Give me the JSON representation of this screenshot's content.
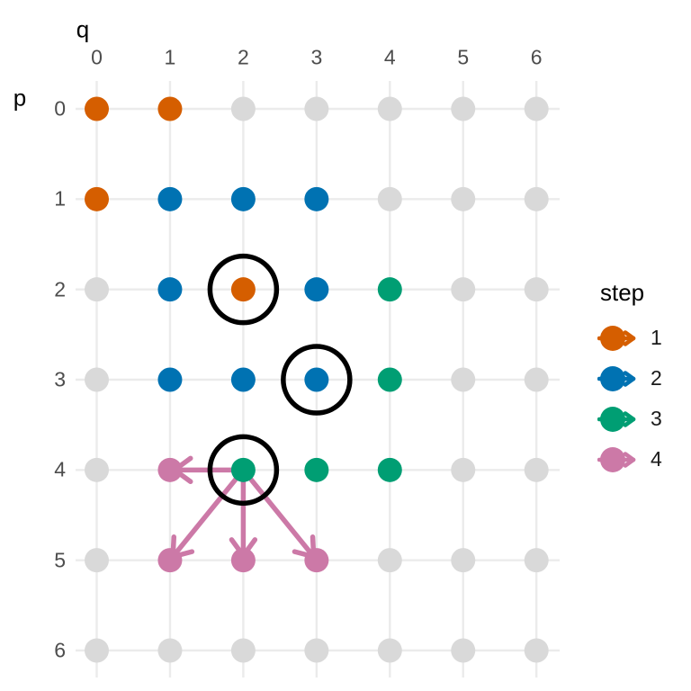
{
  "chart_data": {
    "type": "scatter",
    "title": "",
    "xlabel": "q",
    "ylabel": "p",
    "x_ticks": [
      "0",
      "1",
      "2",
      "3",
      "4",
      "5",
      "6"
    ],
    "y_ticks": [
      "0",
      "1",
      "2",
      "3",
      "4",
      "5",
      "6"
    ],
    "x_range": [
      0,
      6
    ],
    "y_range": [
      0,
      6
    ],
    "y_axis_direction": "top-to-bottom",
    "grid": true,
    "legend": {
      "title": "step",
      "position": "right",
      "items": [
        {
          "label": "1",
          "color": "#D55E00"
        },
        {
          "label": "2",
          "color": "#0072B2"
        },
        {
          "label": "3",
          "color": "#009E73"
        },
        {
          "label": "4",
          "color": "#CC79A7"
        }
      ]
    },
    "series": [
      {
        "name": "step 1",
        "color": "#D55E00",
        "points": [
          {
            "q": 0,
            "p": 0
          },
          {
            "q": 1,
            "p": 0
          },
          {
            "q": 0,
            "p": 1
          },
          {
            "q": 2,
            "p": 2
          }
        ]
      },
      {
        "name": "step 2",
        "color": "#0072B2",
        "points": [
          {
            "q": 1,
            "p": 1
          },
          {
            "q": 2,
            "p": 1
          },
          {
            "q": 3,
            "p": 1
          },
          {
            "q": 1,
            "p": 2
          },
          {
            "q": 3,
            "p": 2
          },
          {
            "q": 1,
            "p": 3
          },
          {
            "q": 2,
            "p": 3
          },
          {
            "q": 3,
            "p": 3
          }
        ]
      },
      {
        "name": "step 3",
        "color": "#009E73",
        "points": [
          {
            "q": 4,
            "p": 2
          },
          {
            "q": 4,
            "p": 3
          },
          {
            "q": 2,
            "p": 4
          },
          {
            "q": 3,
            "p": 4
          },
          {
            "q": 4,
            "p": 4
          }
        ]
      },
      {
        "name": "step 4",
        "color": "#CC79A7",
        "points": [
          {
            "q": 1,
            "p": 4
          },
          {
            "q": 1,
            "p": 5
          },
          {
            "q": 2,
            "p": 5
          },
          {
            "q": 3,
            "p": 5
          }
        ]
      }
    ],
    "inactive_points": [
      {
        "q": 2,
        "p": 0
      },
      {
        "q": 3,
        "p": 0
      },
      {
        "q": 4,
        "p": 0
      },
      {
        "q": 5,
        "p": 0
      },
      {
        "q": 6,
        "p": 0
      },
      {
        "q": 4,
        "p": 1
      },
      {
        "q": 5,
        "p": 1
      },
      {
        "q": 6,
        "p": 1
      },
      {
        "q": 0,
        "p": 2
      },
      {
        "q": 5,
        "p": 2
      },
      {
        "q": 6,
        "p": 2
      },
      {
        "q": 0,
        "p": 3
      },
      {
        "q": 5,
        "p": 3
      },
      {
        "q": 6,
        "p": 3
      },
      {
        "q": 0,
        "p": 4
      },
      {
        "q": 5,
        "p": 4
      },
      {
        "q": 6,
        "p": 4
      },
      {
        "q": 0,
        "p": 5
      },
      {
        "q": 4,
        "p": 5
      },
      {
        "q": 5,
        "p": 5
      },
      {
        "q": 6,
        "p": 5
      },
      {
        "q": 0,
        "p": 6
      },
      {
        "q": 1,
        "p": 6
      },
      {
        "q": 2,
        "p": 6
      },
      {
        "q": 3,
        "p": 6
      },
      {
        "q": 4,
        "p": 6
      },
      {
        "q": 5,
        "p": 6
      },
      {
        "q": 6,
        "p": 6
      }
    ],
    "highlighted_points": [
      {
        "q": 2,
        "p": 2
      },
      {
        "q": 3,
        "p": 3
      },
      {
        "q": 2,
        "p": 4
      }
    ],
    "arrows": [
      {
        "from": {
          "q": 2,
          "p": 4
        },
        "to": {
          "q": 1,
          "p": 4
        }
      },
      {
        "from": {
          "q": 2,
          "p": 4
        },
        "to": {
          "q": 1,
          "p": 5
        }
      },
      {
        "from": {
          "q": 2,
          "p": 4
        },
        "to": {
          "q": 2,
          "p": 5
        }
      },
      {
        "from": {
          "q": 2,
          "p": 4
        },
        "to": {
          "q": 3,
          "p": 5
        }
      }
    ]
  },
  "colors": {
    "background": "#FFFFFF",
    "gridline": "#EBEBEB",
    "inactive_point": "#D9D9D9",
    "arrow": "#CC79A7",
    "highlight_ring": "#000000",
    "tick_label": "#4D4D4D",
    "axis_title": "#000000"
  }
}
